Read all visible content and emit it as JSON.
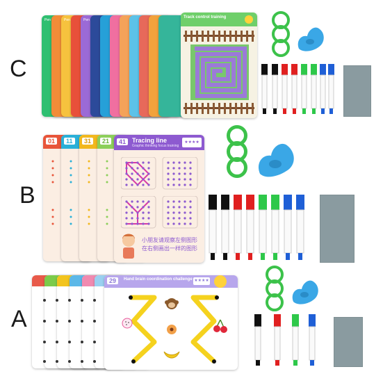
{
  "sets": [
    {
      "label": "C"
    },
    {
      "label": "B"
    },
    {
      "label": "A"
    }
  ],
  "card_c": {
    "title": "Track control training",
    "tab_text": "Pen"
  },
  "card_b": {
    "numbers": [
      "01",
      "11",
      "31",
      "21",
      "41"
    ],
    "title": "Tracing line",
    "subtitle": "Graphic thinking focus training",
    "rating": "★★★★",
    "caption_line1": "小朋友请观察左侧图形",
    "caption_line2": "在右侧画出一样的图形"
  },
  "card_a": {
    "number": "29",
    "title": "Hand brain coordination challenge",
    "rating": "★★★★"
  },
  "colors": {
    "pen_black": "#111111",
    "pen_red": "#e02020",
    "pen_green": "#2ec84a",
    "pen_blue": "#1f5fd6",
    "ring": "#3cc24a",
    "grip": "#3aa7e6",
    "eraser": "#8a9ba0"
  }
}
